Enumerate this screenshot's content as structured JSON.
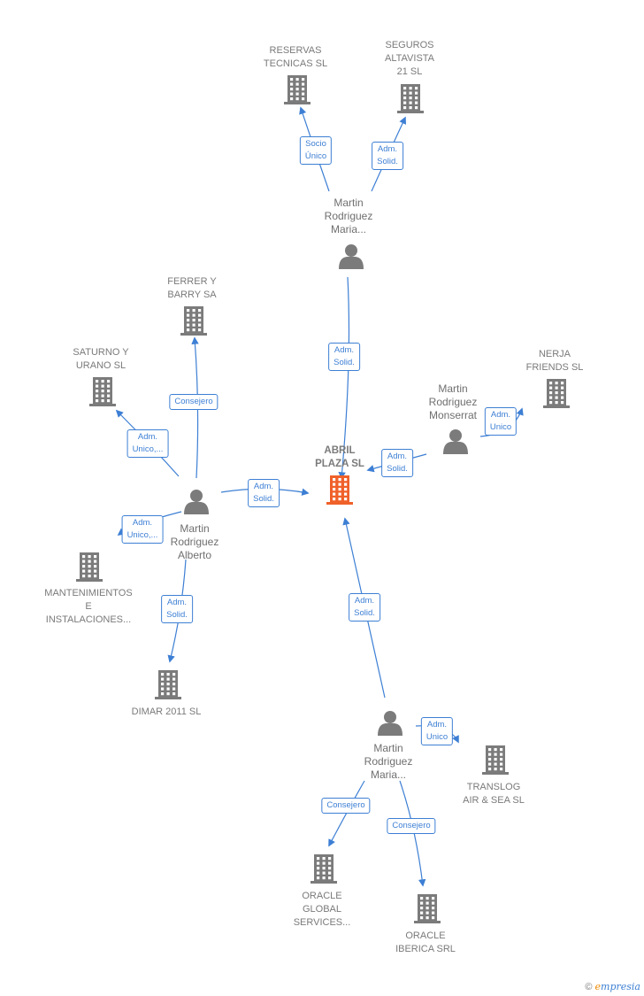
{
  "main_company": {
    "id": "abril",
    "label": "ABRIL\nPLAZA  SL"
  },
  "companies": [
    {
      "id": "reservas",
      "label": "RESERVAS\nTECNICAS SL"
    },
    {
      "id": "seguros",
      "label": "SEGUROS\nALTAVISTA\n21 SL"
    },
    {
      "id": "ferrer",
      "label": "FERRER Y\nBARRY SA"
    },
    {
      "id": "saturno",
      "label": "SATURNO Y\nURANO  SL"
    },
    {
      "id": "nerja",
      "label": "NERJA\nFRIENDS  SL"
    },
    {
      "id": "mantenimientos",
      "label": "MANTENIMIENTOS\nE\nINSTALACIONES..."
    },
    {
      "id": "dimar",
      "label": "DIMAR 2011 SL"
    },
    {
      "id": "translog",
      "label": "TRANSLOG\nAIR & SEA  SL"
    },
    {
      "id": "oracle_global",
      "label": "ORACLE\nGLOBAL\nSERVICES..."
    },
    {
      "id": "oracle_iberica",
      "label": "ORACLE\nIBERICA SRL"
    }
  ],
  "persons": [
    {
      "id": "maria_top",
      "label": "Martin\nRodriguez\nMaria..."
    },
    {
      "id": "monserrat",
      "label": "Martin\nRodriguez\nMonserrat"
    },
    {
      "id": "alberto",
      "label": "Martin\nRodriguez\nAlberto"
    },
    {
      "id": "maria_bottom",
      "label": "Martin\nRodriguez\nMaria..."
    }
  ],
  "relations": [
    {
      "from": "maria_top",
      "to": "reservas",
      "label": "Socio\nÚnico"
    },
    {
      "from": "maria_top",
      "to": "seguros",
      "label": "Adm.\nSolid."
    },
    {
      "from": "maria_top",
      "to": "abril",
      "label": "Adm.\nSolid."
    },
    {
      "from": "monserrat",
      "to": "abril",
      "label": "Adm.\nSolid."
    },
    {
      "from": "monserrat",
      "to": "nerja",
      "label": "Adm.\nUnico"
    },
    {
      "from": "alberto",
      "to": "ferrer",
      "label": "Consejero"
    },
    {
      "from": "alberto",
      "to": "saturno",
      "label": "Adm.\nUnico,..."
    },
    {
      "from": "alberto",
      "to": "abril",
      "label": "Adm.\nSolid."
    },
    {
      "from": "alberto",
      "to": "mantenimientos",
      "label": "Adm.\nUnico,..."
    },
    {
      "from": "alberto",
      "to": "dimar",
      "label": "Adm.\nSolid."
    },
    {
      "from": "maria_bottom",
      "to": "abril",
      "label": "Adm.\nSolid."
    },
    {
      "from": "maria_bottom",
      "to": "translog",
      "label": "Adm.\nUnico"
    },
    {
      "from": "maria_bottom",
      "to": "oracle_global",
      "label": "Consejero"
    },
    {
      "from": "maria_bottom",
      "to": "oracle_iberica",
      "label": "Consejero"
    }
  ],
  "colors": {
    "edge": "#3d7fd4",
    "node": "#7b7b7b",
    "main_node": "#f0612a"
  },
  "footer": {
    "copyright": "©",
    "brand_first": "e",
    "brand_rest": "mpresia"
  }
}
